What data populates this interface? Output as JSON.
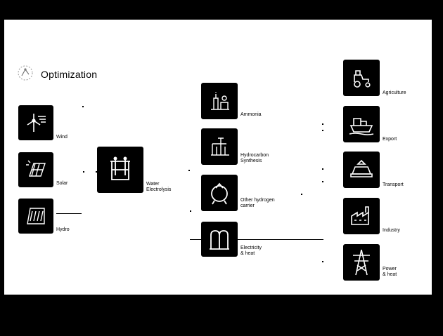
{
  "header": {
    "title": "Optimization",
    "icon": "optimization-icon"
  },
  "sources": [
    {
      "label": "Wind",
      "icon": "wind-turbine-icon"
    },
    {
      "label": "Solar",
      "icon": "solar-panel-icon"
    },
    {
      "label": "Hydro",
      "icon": "hydro-dam-icon"
    }
  ],
  "process": {
    "label": "Water\nElectrolysis",
    "icon": "electrolyzer-icon"
  },
  "carriers": [
    {
      "label": "Ammonia",
      "icon": "ammonia-plant-icon"
    },
    {
      "label": "Hydrocarbon\nSynthesis",
      "icon": "hydrocarbon-synthesis-icon"
    },
    {
      "label": "Other hydrogen\ncarrier",
      "icon": "hydrogen-carrier-tank-icon"
    },
    {
      "label": "Electricity\n& heat",
      "icon": "electricity-heat-icon"
    }
  ],
  "uses": [
    {
      "label": "Agriculture",
      "icon": "tractor-icon"
    },
    {
      "label": "Export",
      "icon": "ship-icon"
    },
    {
      "label": "Transport",
      "icon": "transport-icon"
    },
    {
      "label": "Industry",
      "icon": "factory-icon"
    },
    {
      "label": "Power\n& heat",
      "icon": "power-pylon-icon"
    }
  ],
  "colors": {
    "background": "#000000",
    "panel": "#ffffff",
    "icon_fill": "#000000",
    "icon_stroke": "#ffffff"
  }
}
